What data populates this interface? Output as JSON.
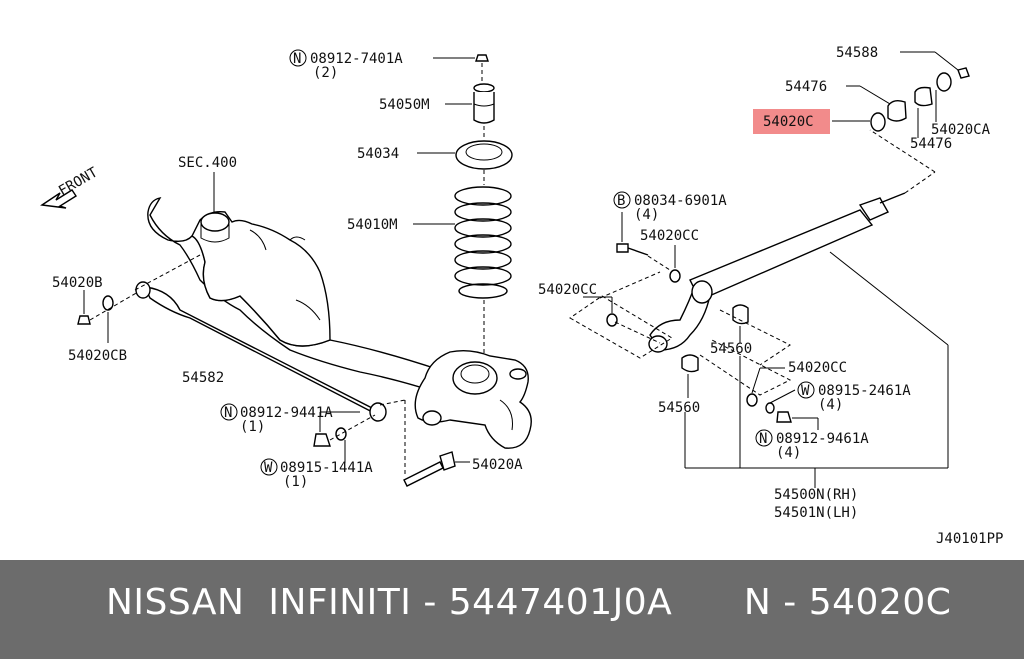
{
  "diagram": {
    "labels": {
      "nut_top": "08912-7401A",
      "nut_top_qty": "(2)",
      "bump_stopper": "54050M",
      "spring_seat": "54034",
      "coil_spring": "54010M",
      "sec": "SEC.400",
      "front": "FRONT",
      "bushing_b": "54020B",
      "bushing_cb": "54020CB",
      "stabilizer": "54582",
      "nut_9441": "08912-9441A",
      "nut_9441_qty": "(1)",
      "washer_1441": "08915-1441A",
      "washer_1441_qty": "(1)",
      "bolt_a": "54020A",
      "washer_top": "54588",
      "bushing_476": "54476",
      "bushing_c": "54020C",
      "bushing_ca": "54020CA",
      "bushing_476b": "54476",
      "bolt_6901": "08034-6901A",
      "bolt_6901_qty": "(4)",
      "cc1": "54020CC",
      "cc2": "54020CC",
      "cc3": "54020CC",
      "bushing_560a": "54560",
      "bushing_560b": "54560",
      "washer_2461": "08915-2461A",
      "washer_2461_qty": "(4)",
      "nut_9461": "08912-9461A",
      "nut_9461_qty": "(4)",
      "arm_rh": "54500N(RH)",
      "arm_lh": "54501N(LH)",
      "diagram_id": "J40101PP"
    },
    "circle_marks": {
      "n": "N",
      "w": "W",
      "b": "B"
    },
    "highlight_color": "#f28b8b"
  },
  "footer": {
    "title": "NISSAN  INFINITI - 5447401J0A      N - 54020C",
    "background": "#6c6c6c"
  }
}
